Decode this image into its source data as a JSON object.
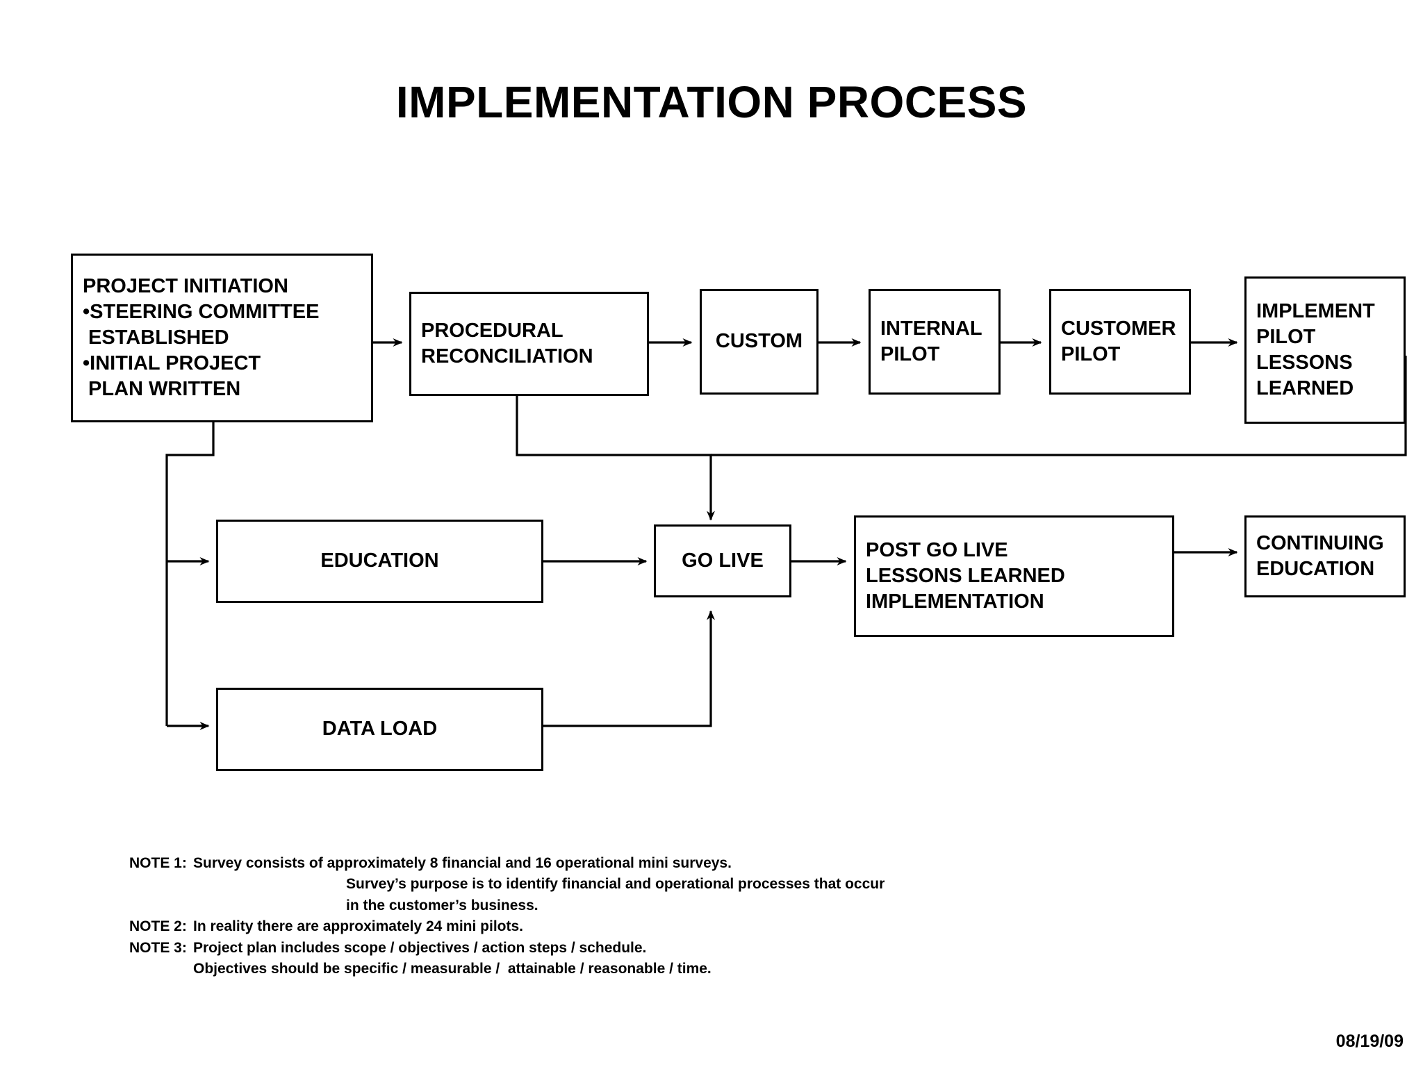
{
  "title": "IMPLEMENTATION PROCESS",
  "datestamp": "08/19/09",
  "nodes": {
    "project_initiation": {
      "lines": [
        "PROJECT INITIATION",
        "•STEERING COMMITTEE",
        " ESTABLISHED",
        "•INITIAL PROJECT",
        " PLAN WRITTEN"
      ]
    },
    "procedural_reconciliation": {
      "lines": [
        "PROCEDURAL",
        "RECONCILIATION"
      ]
    },
    "custom": {
      "lines": [
        "CUSTOM"
      ]
    },
    "internal_pilot": {
      "lines": [
        "INTERNAL",
        "PILOT"
      ]
    },
    "customer_pilot": {
      "lines": [
        "CUSTOMER",
        "PILOT"
      ]
    },
    "implement_pilot_lessons_learned": {
      "lines": [
        "IMPLEMENT",
        "PILOT",
        "LESSONS",
        "LEARNED"
      ]
    },
    "education": {
      "lines": [
        "EDUCATION"
      ]
    },
    "data_load": {
      "lines": [
        "DATA LOAD"
      ]
    },
    "go_live": {
      "lines": [
        "GO LIVE"
      ]
    },
    "post_go_live": {
      "lines": [
        "POST GO LIVE",
        "LESSONS LEARNED",
        "IMPLEMENTATION"
      ]
    },
    "continuing_education": {
      "lines": [
        "CONTINUING",
        "EDUCATION"
      ]
    }
  },
  "notes": [
    {
      "label": "NOTE 1:",
      "body": "Survey consists of approximately 8 financial and 16 operational mini surveys.",
      "cont": [
        "Survey’s purpose is to identify financial and operational processes that occur",
        "in the customer’s business."
      ]
    },
    {
      "label": "NOTE 2:",
      "body": "In reality there are approximately 24 mini pilots.",
      "cont": []
    },
    {
      "label": "NOTE 3:",
      "body": "Project plan includes scope / objectives / action steps / schedule.",
      "cont2": [
        "Objectives should be specific / measurable /  attainable / reasonable / time."
      ]
    }
  ],
  "colors": {
    "stroke": "#000000",
    "background": "#ffffff"
  }
}
